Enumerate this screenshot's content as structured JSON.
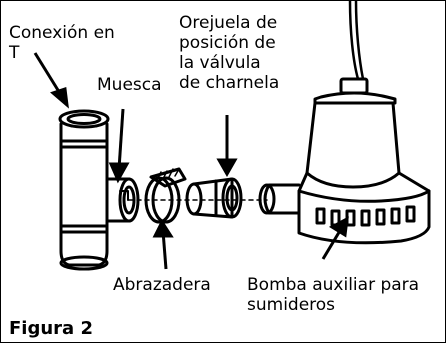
{
  "labels": {
    "t_connection": [
      "Conexión en",
      "T"
    ],
    "notch": "Muesca",
    "flap_valve_tab": [
      "Orejuela de",
      "posición de",
      "la válvula",
      "de charnela"
    ],
    "clamp": "Abrazadera",
    "bilge_pump": [
      "Bomba auxiliar para",
      "sumideros"
    ]
  },
  "figure_label": "Figura 2"
}
